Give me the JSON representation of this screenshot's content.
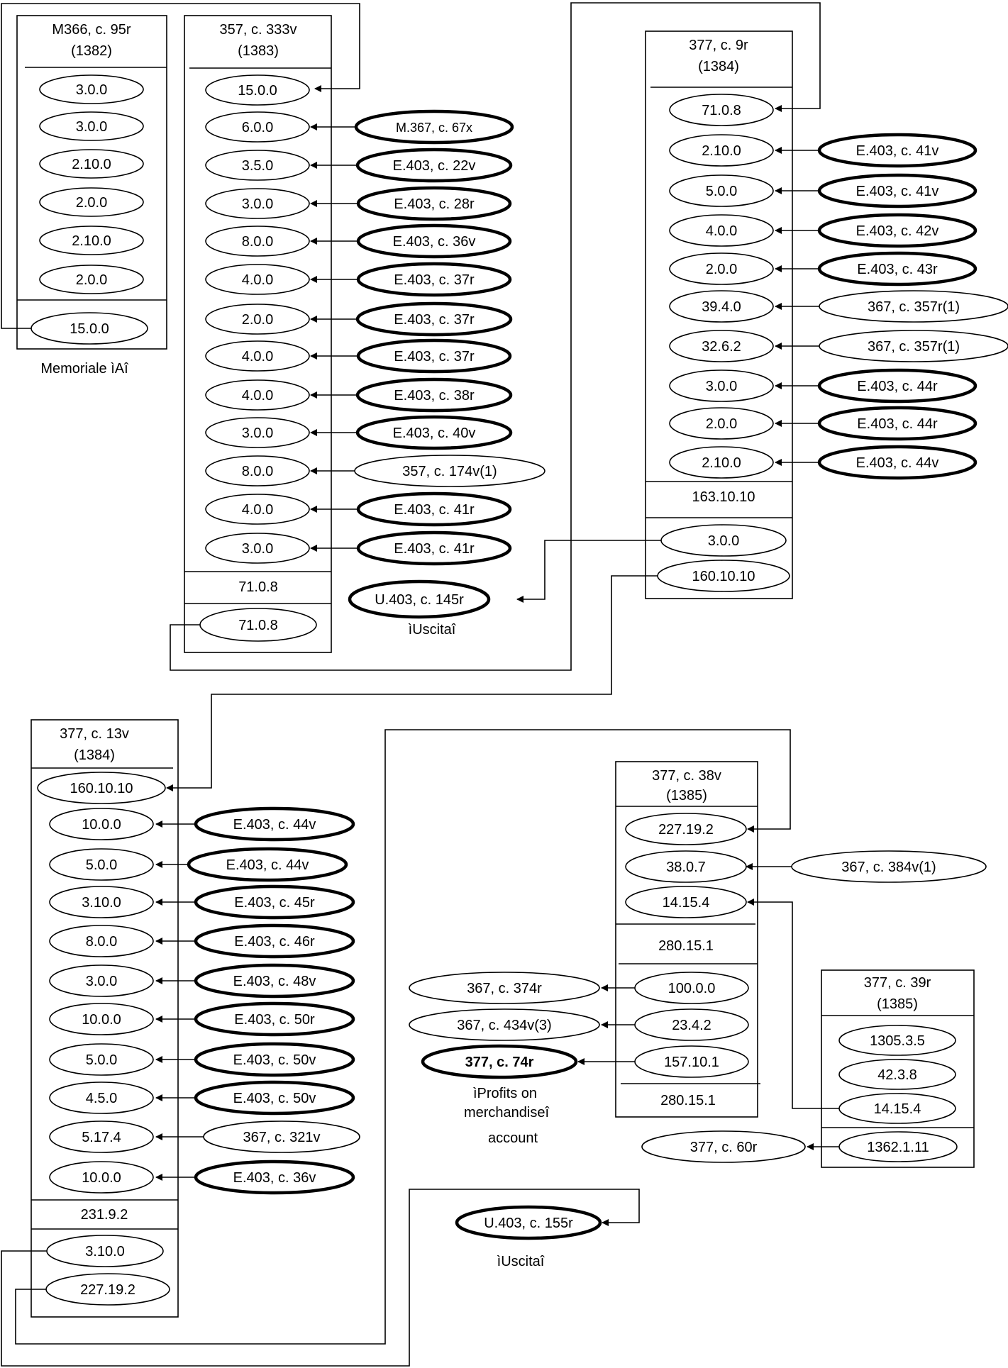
{
  "ledgers": [
    {
      "id": "m366",
      "head1": "M366, c. 95r",
      "head2": "(1382)",
      "entries": [
        "3.0.0",
        "3.0.0",
        "2.10.0",
        "2.0.0",
        "2.10.0",
        "2.0.0"
      ],
      "out": [
        "15.0.0"
      ]
    },
    {
      "id": "l357",
      "head1": "357, c. 333v",
      "head2": "(1383)",
      "entries": [
        "15.0.0",
        "6.0.0",
        "3.5.0",
        "3.0.0",
        "8.0.0",
        "4.0.0",
        "2.0.0",
        "4.0.0",
        "4.0.0",
        "3.0.0",
        "8.0.0",
        "4.0.0",
        "3.0.0"
      ],
      "total": "71.0.8",
      "out": [
        "71.0.8"
      ]
    },
    {
      "id": "l377a",
      "head1": "377, c. 9r",
      "head2": "(1384)",
      "entries": [
        "71.0.8",
        "2.10.0",
        "5.0.0",
        "4.0.0",
        "2.0.0",
        "39.4.0",
        "32.6.2",
        "3.0.0",
        "2.0.0",
        "2.10.0"
      ],
      "total": "163.10.10",
      "out": [
        "3.0.0",
        "160.10.10"
      ]
    },
    {
      "id": "l377b",
      "head1": "377, c. 13v",
      "head2": "(1384)",
      "entries": [
        "160.10.10",
        "10.0.0",
        "5.0.0",
        "3.10.0",
        "8.0.0",
        "3.0.0",
        "10.0.0",
        "5.0.0",
        "4.5.0",
        "5.17.4",
        "10.0.0"
      ],
      "total": "231.9.2",
      "out": [
        "3.10.0",
        "227.19.2"
      ]
    },
    {
      "id": "l377c",
      "head1": "377, c. 38v",
      "head2": "(1385)",
      "entries": [
        "227.19.2",
        "38.0.7",
        "14.15.4"
      ],
      "total": "280.15.1",
      "out": [
        "100.0.0",
        "23.4.2",
        "157.10.1"
      ],
      "total2": "280.15.1"
    },
    {
      "id": "l377d",
      "head1": "377, c. 39r",
      "head2": "(1385)",
      "entries": [
        "1305.3.5",
        "42.3.8",
        "14.15.4"
      ],
      "out": [
        "1362.1.11"
      ]
    }
  ],
  "sources": {
    "l357": [
      "M.367, c. 67x",
      "E.403, c. 22v",
      "E.403, c. 28r",
      "E.403, c. 36v",
      "E.403, c. 37r",
      "E.403, c. 37r",
      "E.403, c. 37r",
      "E.403, c. 38r",
      "E.403, c. 40v",
      "357, c. 174v(1)",
      "E.403, c. 41r",
      "E.403, c. 41r"
    ],
    "l377a": [
      "E.403, c. 41v",
      "E.403, c. 41v",
      "E.403, c. 42v",
      "E.403, c. 43r",
      "367, c. 357r(1)",
      "367, c. 357r(1)",
      "E.403, c. 44r",
      "E.403, c. 44r",
      "E.403, c. 44v"
    ],
    "l377b": [
      "E.403, c. 44v",
      "E.403, c. 44v",
      "E.403, c. 45r",
      "E.403, c. 46r",
      "E.403, c. 48v",
      "E.403, c. 50r",
      "E.403, c. 50v",
      "E.403, c. 50v",
      "367, c. 321v",
      "E.403, c. 36v"
    ],
    "l377c": [
      "367, c. 384v(1)"
    ]
  },
  "destinations": {
    "u145": "U.403, c. 145r",
    "u155": "U.403, c. 155r",
    "c374": "367, c. 374r",
    "c434": "367, c. 434v(3)",
    "c74": "377, c. 74r",
    "c60": "377, c. 60r"
  },
  "captions": {
    "memoriale": "Memoriale ìAî",
    "uscita1": "ìUscitaî",
    "uscita2": "ìUscitaî",
    "profits1": "ìProfits on",
    "profits2": "merchandiseî",
    "profits3": "account"
  }
}
